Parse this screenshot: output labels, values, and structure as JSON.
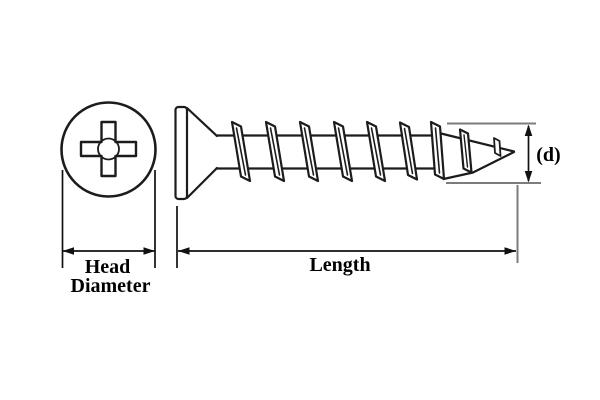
{
  "diagram": {
    "type": "technical-drawing",
    "subject": "countersunk-phillips-screw-dimensions",
    "labels": {
      "head_diameter_line1": "Head",
      "head_diameter_line2": "Diameter",
      "length": "Length",
      "thread_diameter": "(d)"
    },
    "colors": {
      "background": "#ffffff",
      "line": "#1c1c1c",
      "dimension": "#111111",
      "extension_gray": "#7c7c7c",
      "text": "#000000"
    }
  }
}
